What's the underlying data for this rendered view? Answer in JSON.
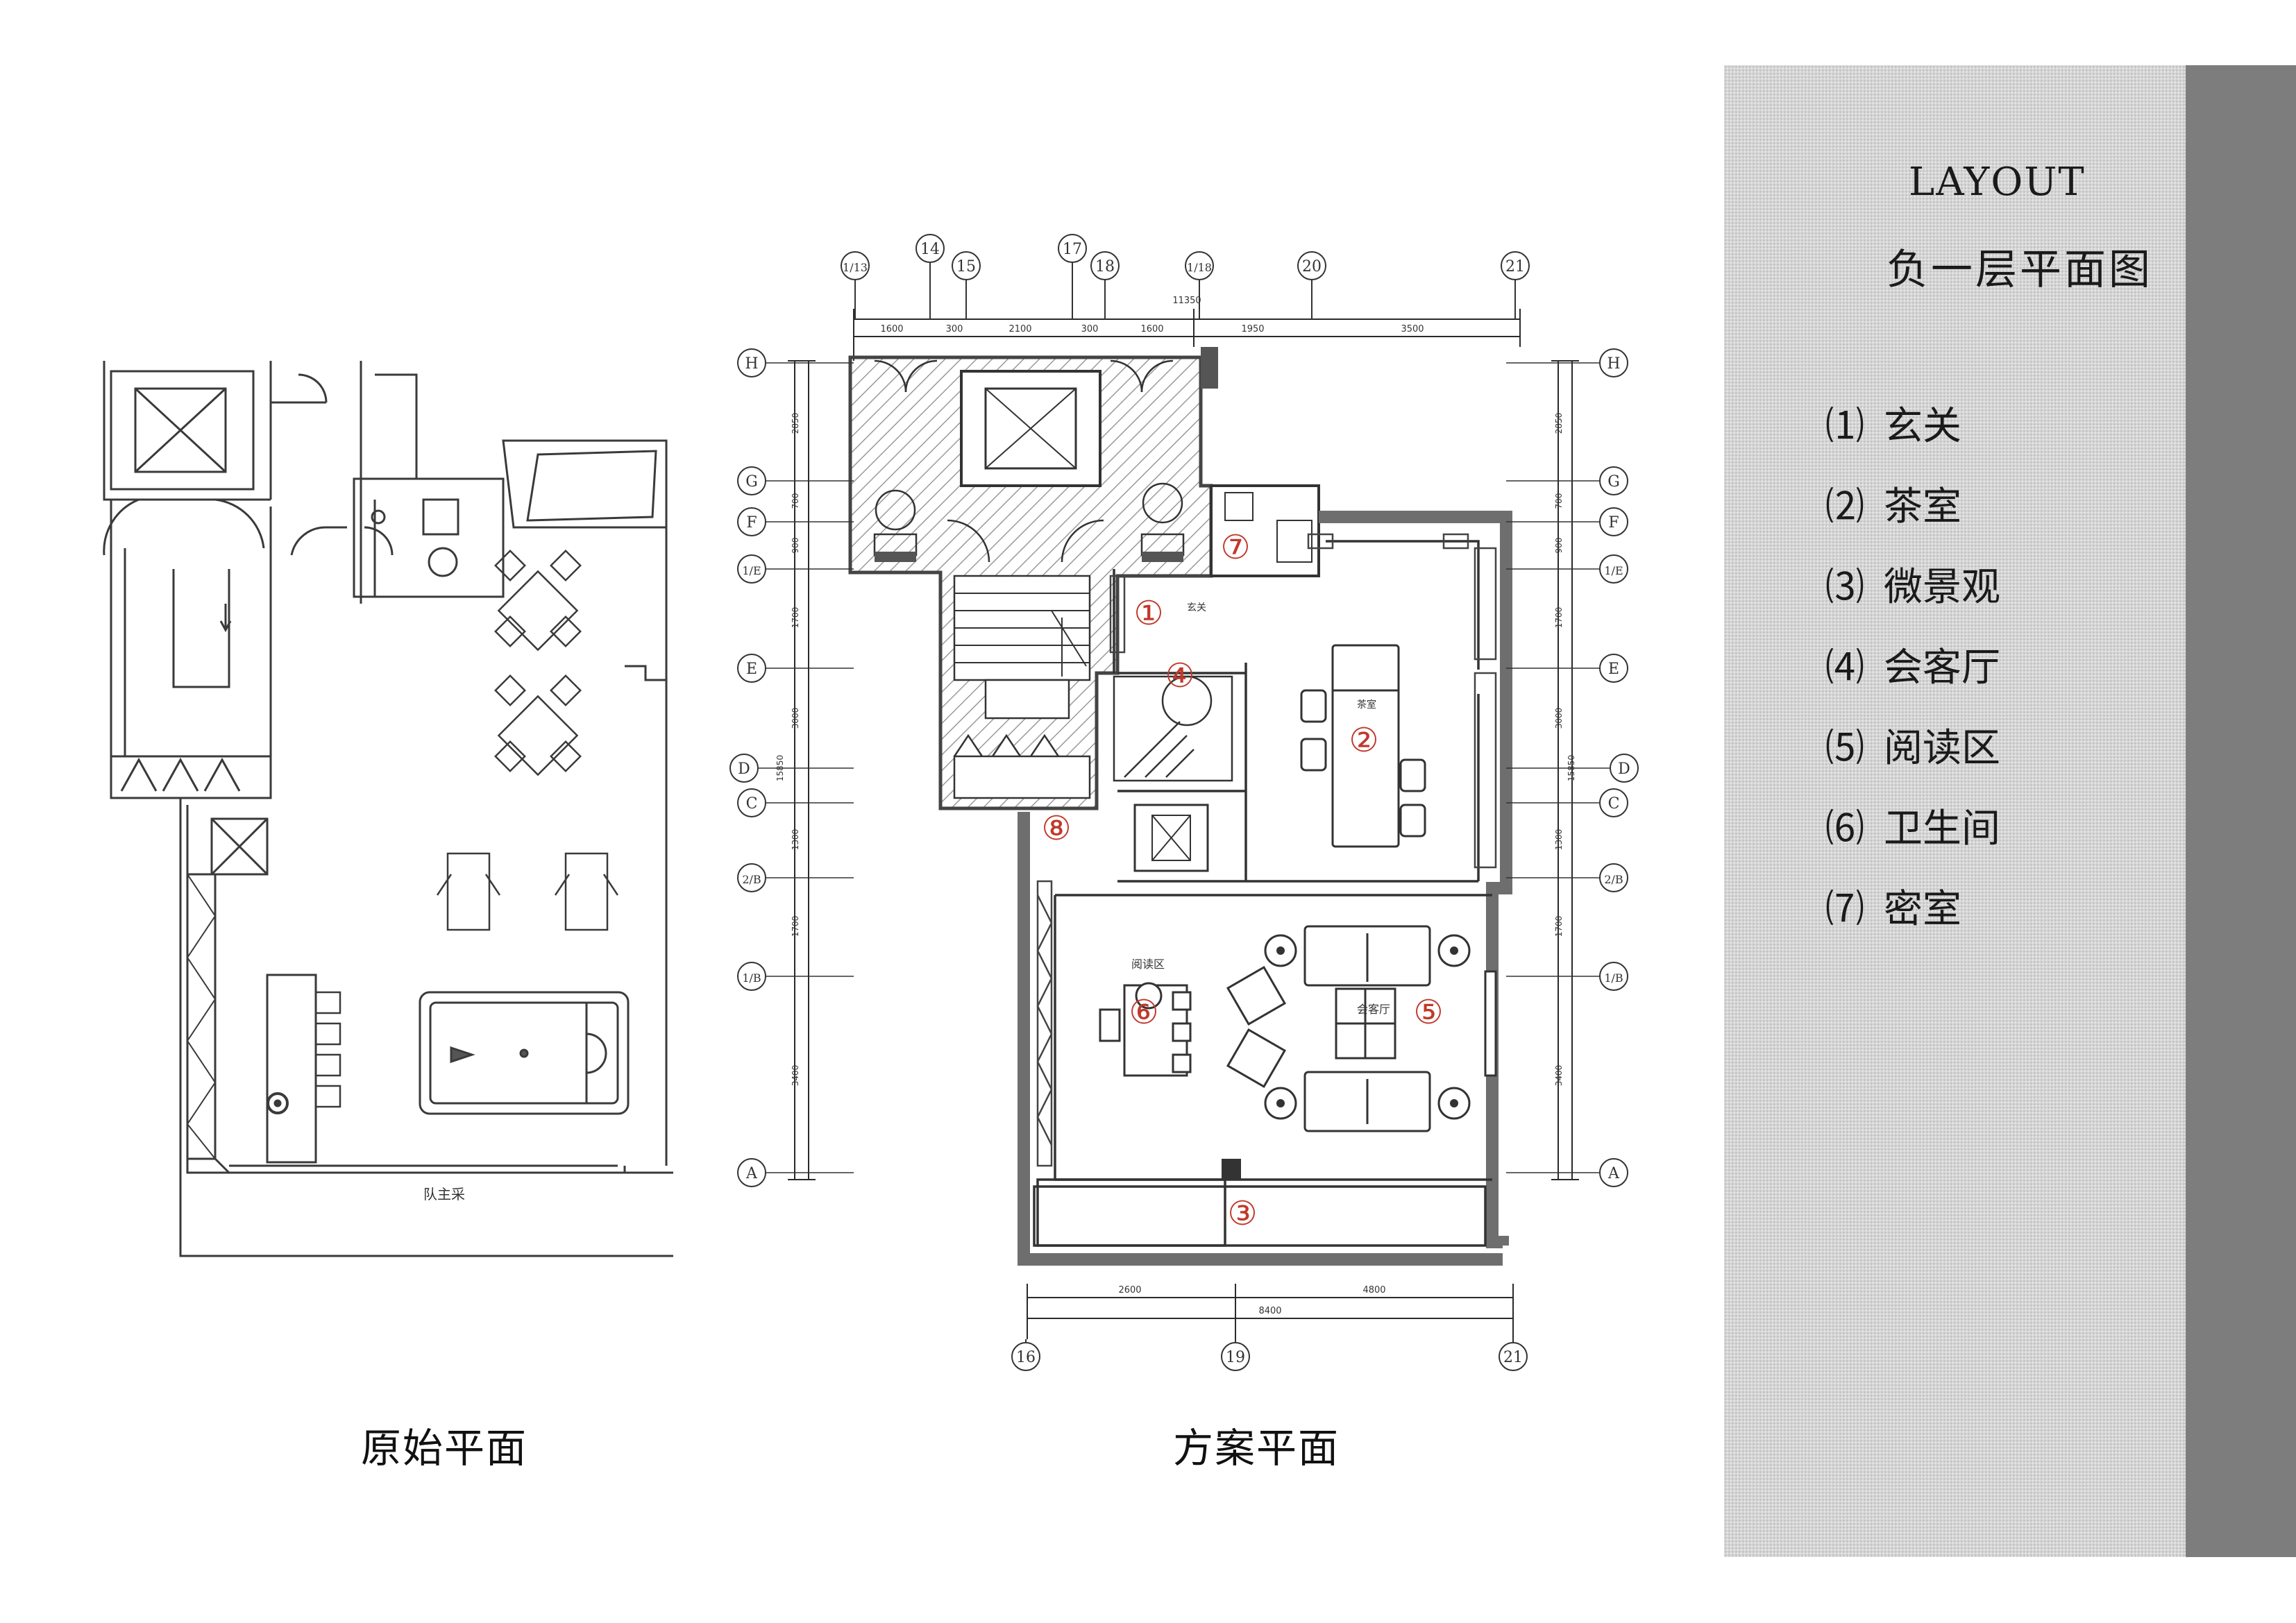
{
  "panel": {
    "title": "LAYOUT",
    "subtitle": "负一层平面图",
    "legend": [
      {
        "num": "⑴",
        "label": "玄关"
      },
      {
        "num": "⑵",
        "label": "茶室"
      },
      {
        "num": "⑶",
        "label": "微景观"
      },
      {
        "num": "⑷",
        "label": "会客厅"
      },
      {
        "num": "⑸",
        "label": "阅读区"
      },
      {
        "num": "⑹",
        "label": "卫生间"
      },
      {
        "num": "⑺",
        "label": "密室"
      }
    ]
  },
  "captions": {
    "original": "原始平面",
    "scheme": "方案平面"
  },
  "original_plan": {
    "outdoor_label": "队主采"
  },
  "scheme_plan": {
    "top_axes": [
      "1/13",
      "14",
      "15",
      "17",
      "18",
      "1/18",
      "20",
      "21"
    ],
    "top_dims": [
      "1600",
      "300",
      "2100",
      "300",
      "1600",
      "1950",
      "3500"
    ],
    "top_total": "11350",
    "left_axes": [
      "H",
      "G",
      "F",
      "1/E",
      "E",
      "D",
      "C",
      "2/B",
      "1/B",
      "A"
    ],
    "left_dims": [
      "2850",
      "700",
      "900",
      "1700",
      "3000",
      "1300",
      "1700",
      "3400"
    ],
    "total_height": "15850",
    "bottom_axes": [
      "16",
      "19",
      "21"
    ],
    "bottom_dims": [
      "2600",
      "4800"
    ],
    "bottom_total": "8400",
    "room_labels": {
      "entry": "玄关",
      "tea": "茶室",
      "reading": "阅读区",
      "lounge": "会客厅"
    },
    "markers": [
      {
        "n": "①"
      },
      {
        "n": "②"
      },
      {
        "n": "③"
      },
      {
        "n": "④"
      },
      {
        "n": "⑤"
      },
      {
        "n": "⑥"
      },
      {
        "n": "⑦"
      },
      {
        "n": "⑧"
      }
    ]
  },
  "colors": {
    "marker": "#c0392b",
    "wall": "#6e6e6e",
    "line": "#2a2a2a",
    "panel_bar": "#7d7d7d"
  }
}
